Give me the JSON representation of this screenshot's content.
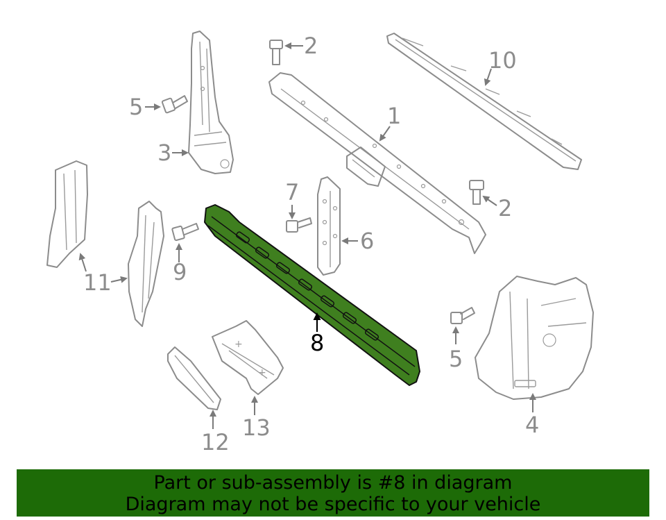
{
  "callouts": {
    "c1": "1",
    "c2a": "2",
    "c2b": "2",
    "c3": "3",
    "c4": "4",
    "c5a": "5",
    "c5b": "5",
    "c6": "6",
    "c7": "7",
    "c8": "8",
    "c9": "9",
    "c10": "10",
    "c11": "11",
    "c12": "12",
    "c13": "13"
  },
  "highlight_color": "#3f7f1f",
  "banner": {
    "line1": "Part or sub-assembly is #8 in diagram",
    "line2": "Diagram may not be specific to your vehicle",
    "background": "#1d6b07"
  }
}
